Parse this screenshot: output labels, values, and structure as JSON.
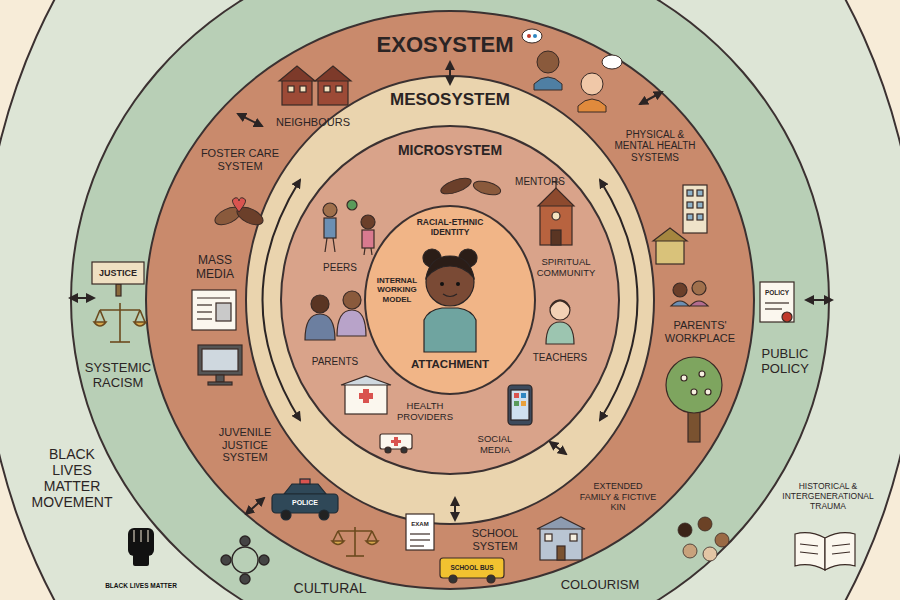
{
  "diagram": {
    "nodes": [
      {
        "text": [
          "BLACK LIVES MATTER MOVEMENT",
          "BLACK LIVES MATTER",
          "HISTORICAL & INTERGENERATIONAL TRAUMA"
        ]
      },
      {
        "text": [
          "JUSTICE",
          "SYSTEMIC RACISM",
          "POLICY",
          "PUBLIC POLICY",
          "CULTURAL",
          "COLOURISM"
        ],
        "in": 0
      },
      {
        "text": [
          "EXOSYSTEM",
          "NEIGHBOURS",
          "PHYSICAL & MENTAL HEALTH SYSTEMS",
          "FOSTER CARE SYSTEM",
          "MASS MEDIA",
          "PARENTS' WORKPLACE",
          "EXTENDED FAMILY & FICTIVE KIN",
          "SCHOOL SYSTEM",
          "EXAM",
          "SCHOOL BUS",
          "JUVENILE JUSTICE SYSTEM",
          "POLICE"
        ],
        "in": 1
      },
      {
        "text": [
          "MESOSYSTEM"
        ],
        "in": 2
      },
      {
        "text": [
          "MICROSYSTEM",
          "MENTORS",
          "PEERS",
          "SPIRITUAL COMMUNITY",
          "PARENTS",
          "TEACHERS",
          "HEALTH PROVIDERS",
          "SOCIAL MEDIA"
        ],
        "in": 3
      },
      {
        "text": [
          "RACIAL-ETHNIC IDENTITY",
          "INTERNAL WORKING MODEL",
          "ATTACHMENT"
        ],
        "in": 4
      }
    ]
  }
}
